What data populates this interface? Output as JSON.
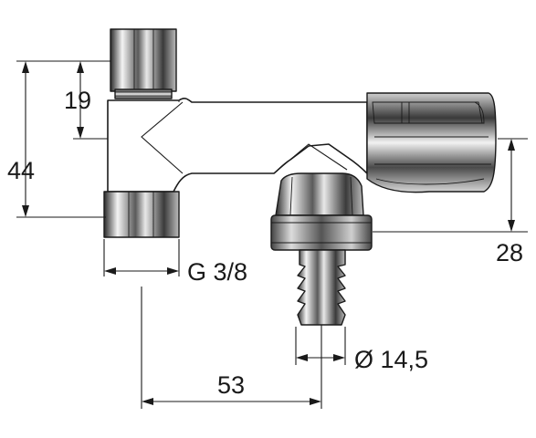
{
  "drawing": {
    "part": "angle valve with hose connector",
    "dimensions": {
      "height_upper": "19",
      "height_total": "44",
      "outlet_offset": "28",
      "thread": "G 3/8",
      "hose_diameter": "Ø 14,5",
      "axis_distance": "53"
    },
    "colors": {
      "line": "#1a1a1a",
      "background": "#ffffff"
    }
  }
}
